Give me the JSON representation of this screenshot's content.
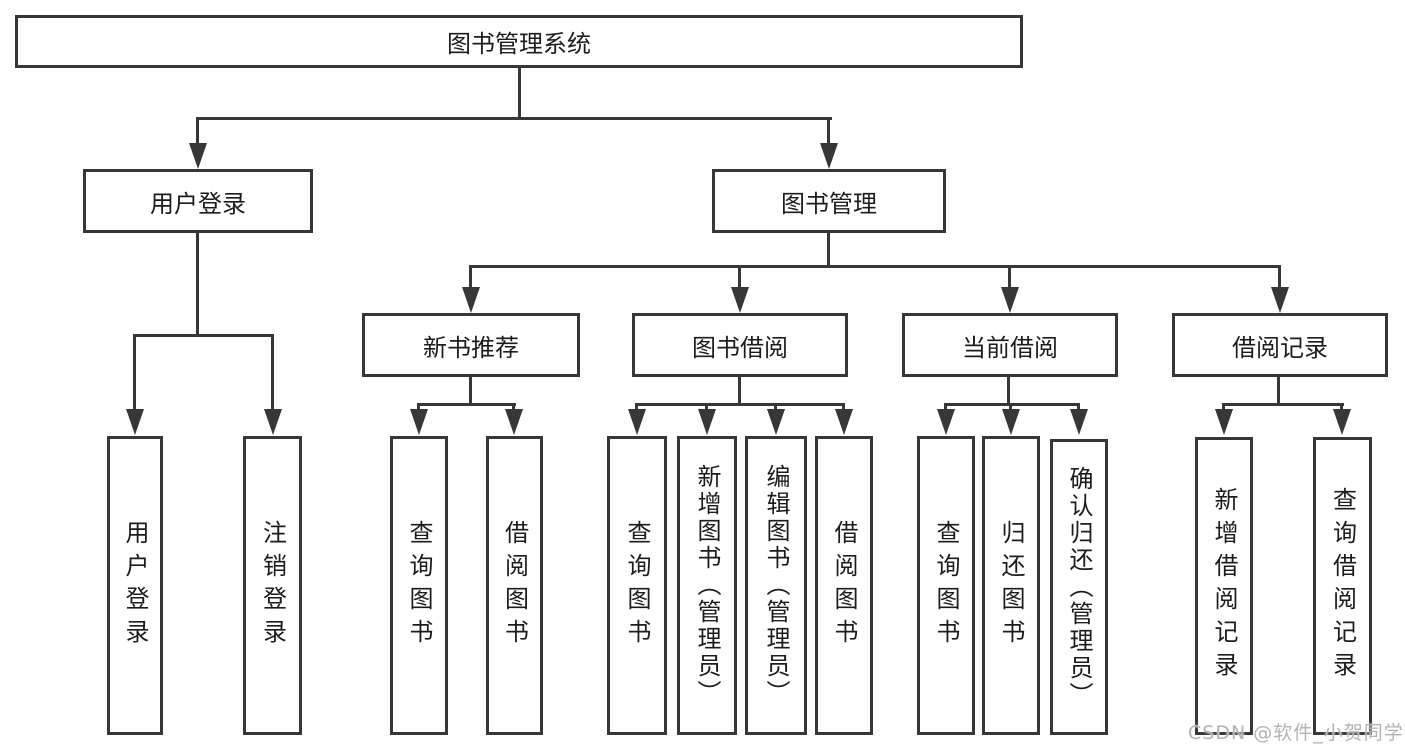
{
  "diagram": {
    "watermark": "CSDN @软件_小贺同学",
    "colors": {
      "line": "#373737",
      "text": "#1c1c1c",
      "background": "#ffffff",
      "watermark_text": "#b3b3b3"
    },
    "root": {
      "label": "图书管理系统"
    },
    "level2": {
      "user_login": {
        "label": "用户登录"
      },
      "book_management": {
        "label": "图书管理"
      }
    },
    "level3": {
      "new_book_recommend": {
        "label": "新书推荐"
      },
      "book_borrowing": {
        "label": "图书借阅"
      },
      "current_borrowing": {
        "label": "当前借阅"
      },
      "borrowing_records": {
        "label": "借阅记录"
      }
    },
    "leaves": {
      "user_login": {
        "label": "用户登录"
      },
      "logout": {
        "label": "注销登录"
      },
      "recommend_query_book": {
        "label": "查询图书"
      },
      "recommend_borrow_book": {
        "label": "借阅图书"
      },
      "borrow_query_book": {
        "label": "查询图书"
      },
      "borrow_add_book": {
        "label": "新增图书（管理员）"
      },
      "borrow_edit_book": {
        "label": "编辑图书（管理员）"
      },
      "borrow_borrow_book": {
        "label": "借阅图书"
      },
      "current_query_book": {
        "label": "查询图书"
      },
      "current_return_book": {
        "label": "归还图书"
      },
      "current_confirm_return": {
        "label": "确认归还（管理员）"
      },
      "records_add_record": {
        "label": "新增借阅记录"
      },
      "records_query_record": {
        "label": "查询借阅记录"
      }
    }
  }
}
